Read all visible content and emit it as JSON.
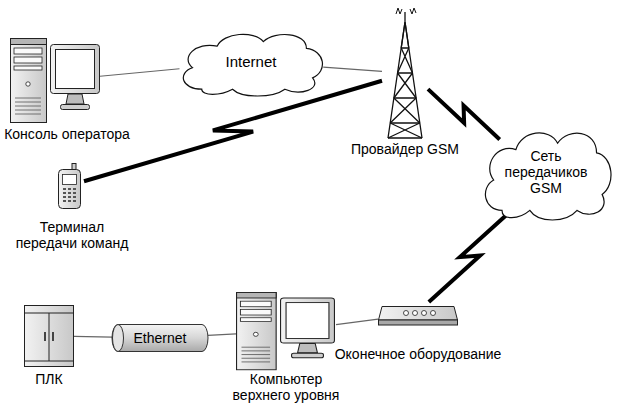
{
  "diagram": {
    "nodes": [
      {
        "text": [
          "Консоль оператора"
        ]
      },
      {
        "text": [
          "Internet"
        ]
      },
      {
        "text": [
          "Провайдер GSM"
        ]
      },
      {
        "text": [
          "Сеть передачиков GSM"
        ]
      },
      {
        "text": [
          "Терминал передачи команд"
        ]
      },
      {
        "text": [
          "ПЛК"
        ]
      },
      {
        "text": [
          "Ethernet"
        ]
      },
      {
        "text": [
          "Компьютер верхнего уровня"
        ]
      },
      {
        "text": [
          "Оконечное оборудование"
        ]
      }
    ],
    "edges": [
      {
        "from": 0,
        "to": 1,
        "arrow": "none"
      },
      {
        "from": 1,
        "to": 2,
        "arrow": "none"
      },
      {
        "from": 2,
        "to": 4,
        "arrow": "none"
      },
      {
        "from": 2,
        "to": 3,
        "arrow": "none"
      },
      {
        "from": 3,
        "to": 8,
        "arrow": "none"
      },
      {
        "from": 8,
        "to": 7,
        "arrow": "none"
      },
      {
        "from": 7,
        "to": 6,
        "arrow": "none"
      },
      {
        "from": 6,
        "to": 5,
        "arrow": "none"
      }
    ]
  }
}
